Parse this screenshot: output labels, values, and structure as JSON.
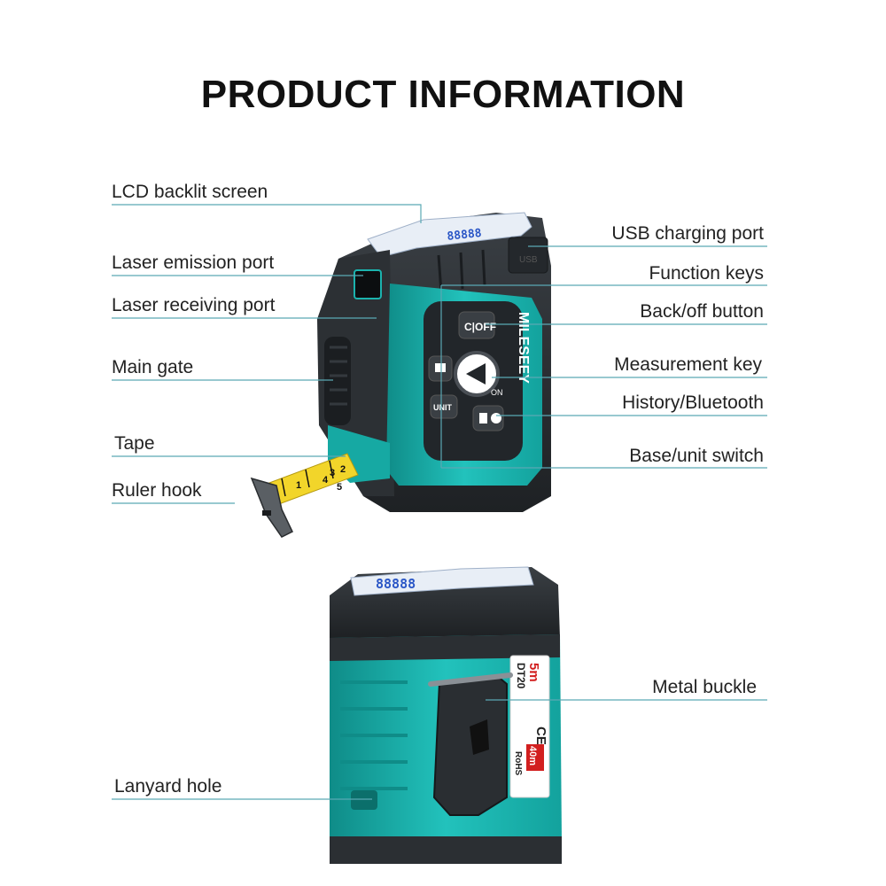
{
  "title": "PRODUCT INFORMATION",
  "labels_left": [
    {
      "id": "lcd-backlit-screen",
      "text": "LCD backlit screen"
    },
    {
      "id": "laser-emission-port",
      "text": "Laser emission port"
    },
    {
      "id": "laser-receiving-port",
      "text": "Laser receiving port"
    },
    {
      "id": "main-gate",
      "text": "Main gate"
    },
    {
      "id": "tape",
      "text": "Tape"
    },
    {
      "id": "ruler-hook",
      "text": "Ruler hook"
    },
    {
      "id": "lanyard-hole",
      "text": "Lanyard hole"
    }
  ],
  "labels_right": [
    {
      "id": "usb-charging-port",
      "text": "USB charging port"
    },
    {
      "id": "function-keys",
      "text": "Function keys"
    },
    {
      "id": "back-off-button",
      "text": "Back/off button"
    },
    {
      "id": "measurement-key",
      "text": "Measurement key"
    },
    {
      "id": "history-bluetooth",
      "text": "History/Bluetooth"
    },
    {
      "id": "base-unit-switch",
      "text": "Base/unit switch"
    },
    {
      "id": "metal-buckle",
      "text": "Metal buckle"
    }
  ],
  "device": {
    "brand": "MILESEEY",
    "button_coff": "C|OFF",
    "button_unit": "UNIT",
    "button_on": "ON",
    "lcd_digits": "88888",
    "usb_text": "USB",
    "model": "DT20",
    "tape_length": "5m",
    "laser_range": "40m",
    "rohs": "RoHS",
    "ce": "CE",
    "tape_numbers": [
      "1",
      "2",
      "3",
      "4",
      "5"
    ]
  },
  "colors": {
    "teal": "#1bb3ae",
    "teal_dark": "#0f8c88",
    "body_dark": "#2b2f33",
    "line": "#5aa9b4",
    "tape_yellow": "#f2d52a"
  }
}
